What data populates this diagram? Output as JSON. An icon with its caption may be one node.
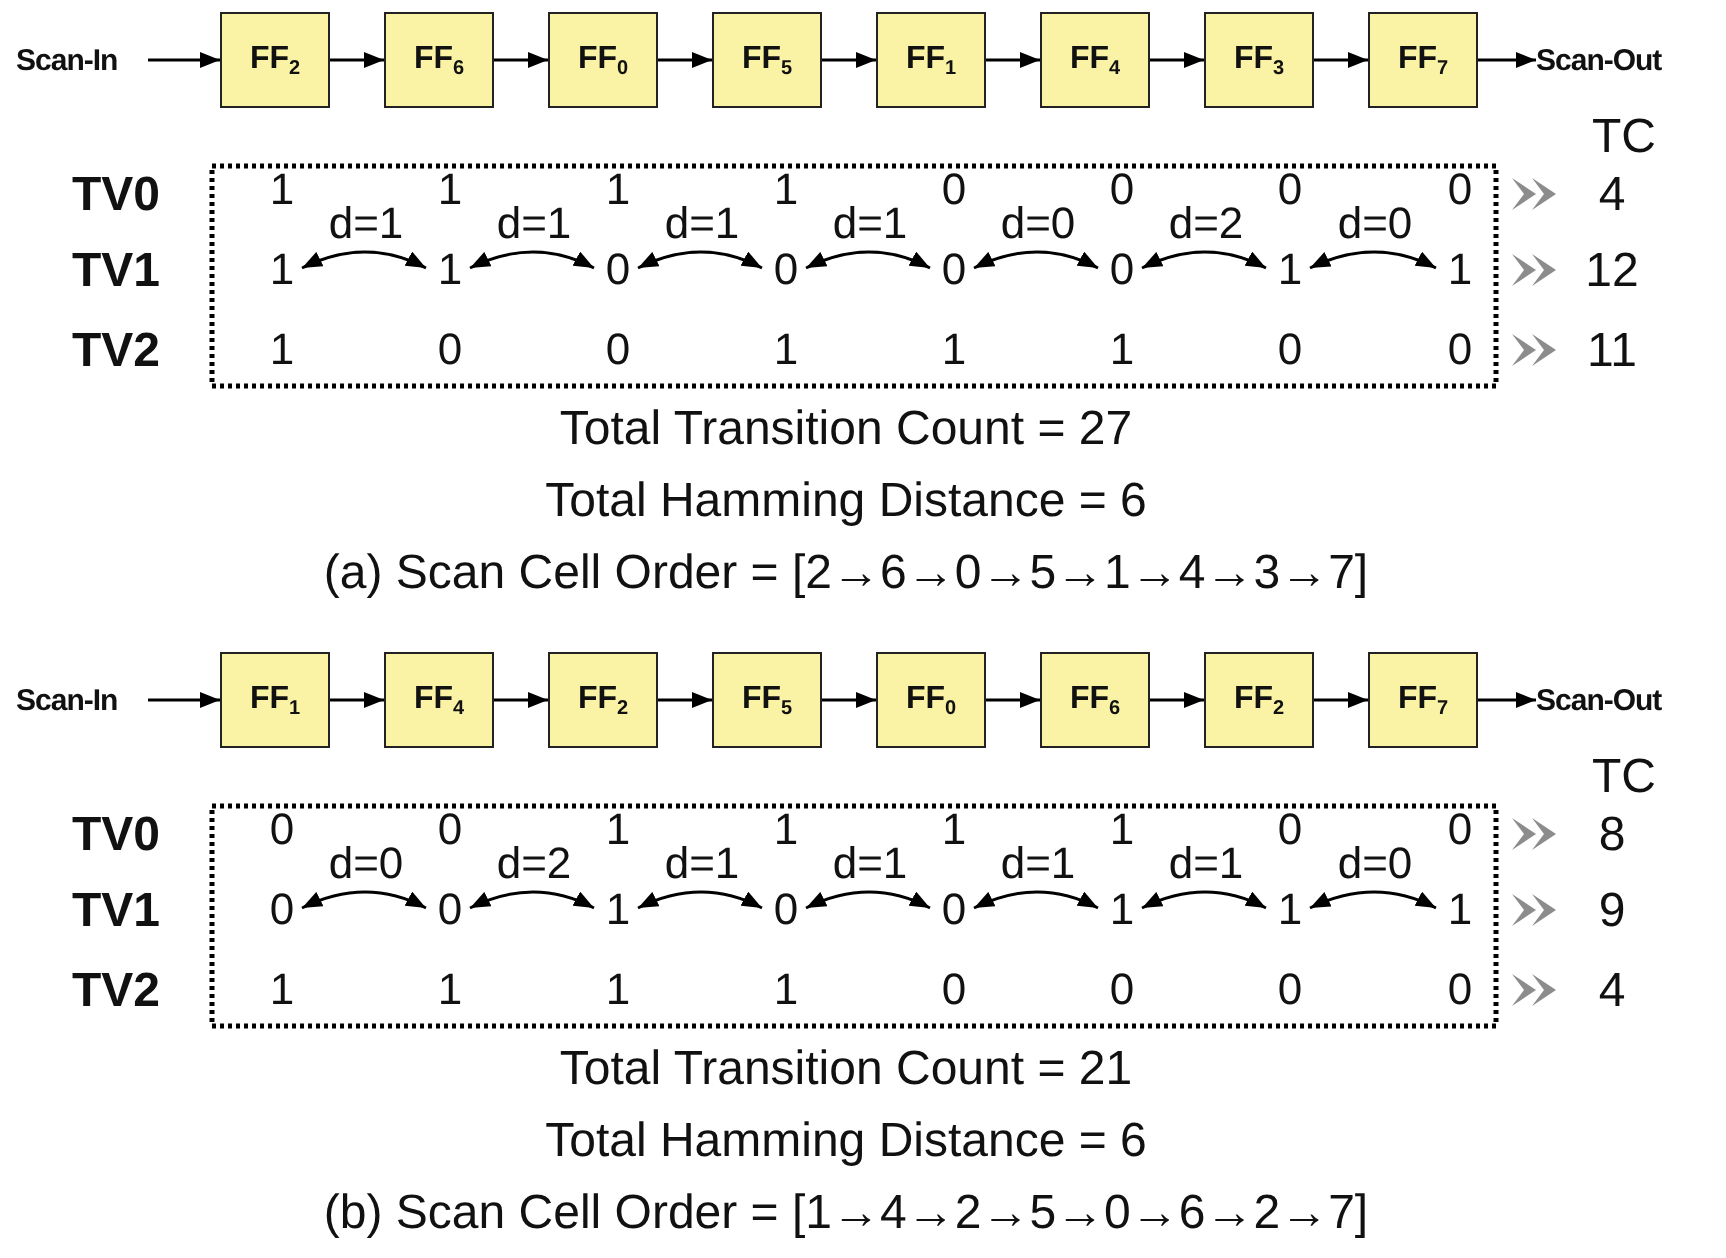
{
  "diagram": {
    "nodes": [
      {
        "text": [
          "Scan-In"
        ]
      },
      {
        "text": [
          "FF$_{2}$"
        ]
      },
      {
        "text": [
          "FF$_{6}$"
        ]
      },
      {
        "text": [
          "FF$_{0}$"
        ]
      },
      {
        "text": [
          "FF$_{5}$"
        ]
      },
      {
        "text": [
          "FF$_{1}$"
        ]
      },
      {
        "text": [
          "FF$_{4}$"
        ]
      },
      {
        "text": [
          "FF$_{3}$"
        ]
      },
      {
        "text": [
          "FF$_{7}$"
        ]
      },
      {
        "text": [
          "Scan-Out"
        ]
      },
      {
        "text": [
          "Scan-In"
        ]
      },
      {
        "text": [
          "FF$_{1}$"
        ]
      },
      {
        "text": [
          "FF$_{4}$"
        ]
      },
      {
        "text": [
          "FF$_{2}$"
        ]
      },
      {
        "text": [
          "FF$_{5}$"
        ]
      },
      {
        "text": [
          "FF$_{0}$"
        ]
      },
      {
        "text": [
          "FF$_{6}$"
        ]
      },
      {
        "text": [
          "FF$_{2}$"
        ]
      },
      {
        "text": [
          "FF$_{7}$"
        ]
      },
      {
        "text": [
          "Scan-Out"
        ]
      }
    ],
    "edges": [
      {
        "from": 0,
        "to": 1,
        "arrow": "to"
      },
      {
        "from": 1,
        "to": 2,
        "arrow": "to"
      },
      {
        "from": 2,
        "to": 3,
        "arrow": "to"
      },
      {
        "from": 3,
        "to": 4,
        "arrow": "to"
      },
      {
        "from": 4,
        "to": 5,
        "arrow": "to"
      },
      {
        "from": 5,
        "to": 6,
        "arrow": "to"
      },
      {
        "from": 6,
        "to": 7,
        "arrow": "to"
      },
      {
        "from": 7,
        "to": 8,
        "arrow": "to"
      },
      {
        "from": 8,
        "to": 9,
        "arrow": "to"
      },
      {
        "from": 10,
        "to": 11,
        "arrow": "to"
      },
      {
        "from": 11,
        "to": 12,
        "arrow": "to"
      },
      {
        "from": 12,
        "to": 13,
        "arrow": "to"
      },
      {
        "from": 13,
        "to": 14,
        "arrow": "to"
      },
      {
        "from": 14,
        "to": 15,
        "arrow": "to"
      },
      {
        "from": 15,
        "to": 16,
        "arrow": "to"
      },
      {
        "from": 16,
        "to": 17,
        "arrow": "to"
      },
      {
        "from": 17,
        "to": 18,
        "arrow": "to"
      },
      {
        "from": 18,
        "to": 19,
        "arrow": "to"
      }
    ],
    "labels": [
      "TC",
      "TV0",
      "1",
      "1",
      "1",
      "1",
      "0",
      "0",
      "0",
      "0",
      "4",
      "d=1",
      "d=1",
      "d=1",
      "d=1",
      "d=0",
      "d=2",
      "d=0",
      "TV1",
      "1",
      "1",
      "0",
      "0",
      "0",
      "0",
      "1",
      "1",
      "12",
      "TV2",
      "1",
      "0",
      "0",
      "1",
      "1",
      "1",
      "0",
      "0",
      "11",
      "Total Transition Count = 27",
      "Total Hamming Distance = 6",
      "(a) Scan Cell Order = [2→6→0→5→1→4→3→7]",
      "TC",
      "TV0",
      "0",
      "0",
      "1",
      "1",
      "1",
      "1",
      "0",
      "0",
      "8",
      "d=0",
      "d=2",
      "d=1",
      "d=1",
      "d=1",
      "d=1",
      "d=0",
      "TV1",
      "0",
      "0",
      "1",
      "0",
      "0",
      "1",
      "1",
      "1",
      "9",
      "TV2",
      "1",
      "1",
      "1",
      "1",
      "0",
      "0",
      "0",
      "0",
      "4",
      "Total Transition Count = 21",
      "Total Hamming Distance = 6",
      "(b) Scan Cell Order = [1→4→2→5→0→6→2→7]"
    ]
  }
}
